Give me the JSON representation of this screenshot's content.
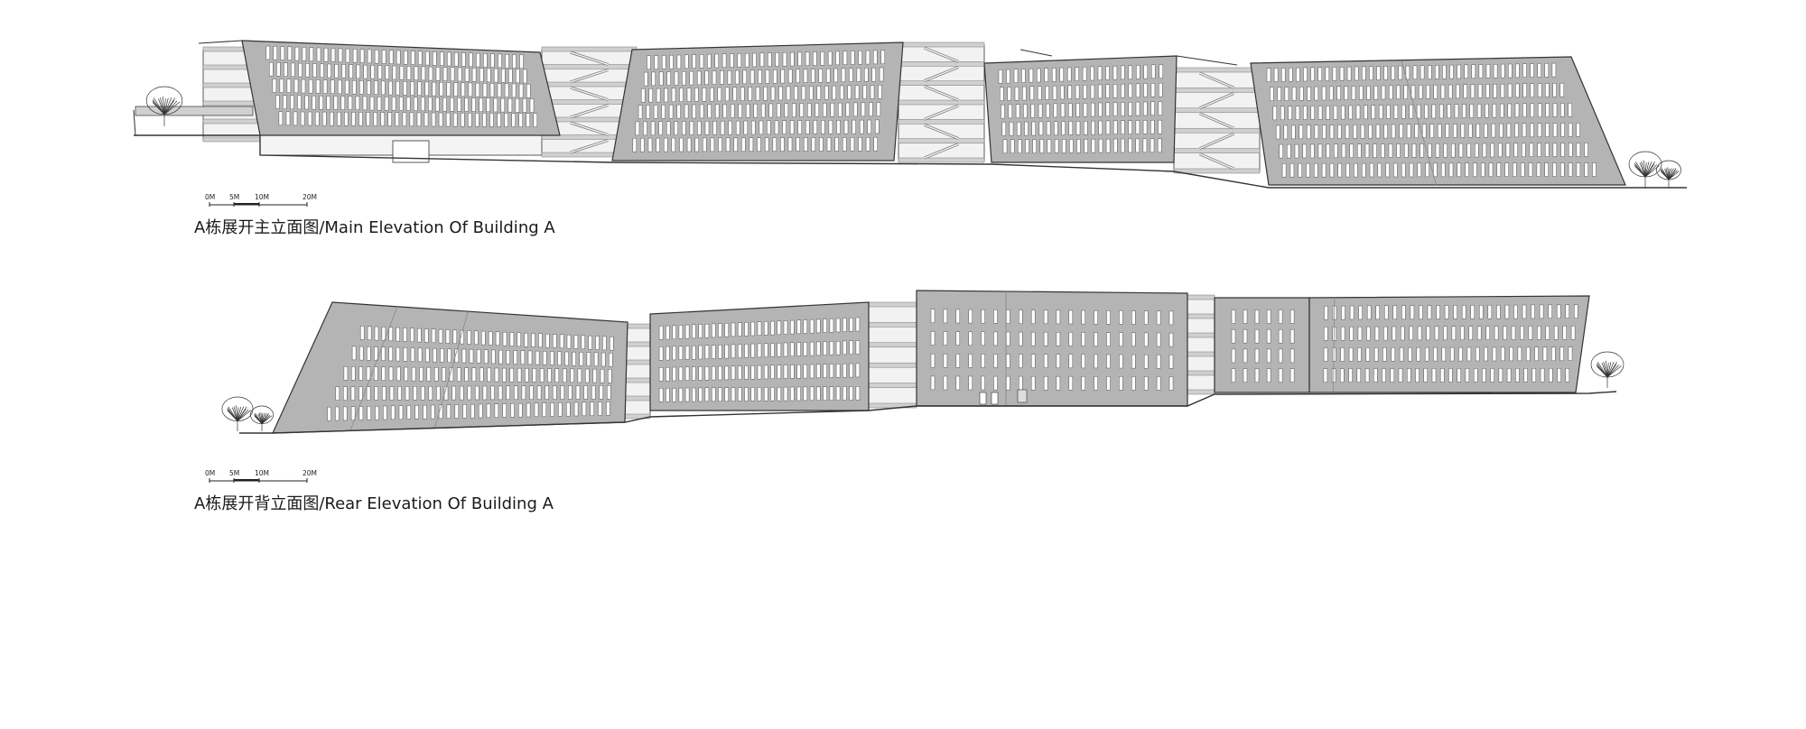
{
  "main_elevation": {
    "caption": "A栋展开主立面图/Main Elevation Of Building A",
    "scale_labels": [
      "0M",
      "5M",
      "10M",
      "20M"
    ]
  },
  "rear_elevation": {
    "caption": "A栋展开背立面图/Rear Elevation Of Building A",
    "scale_labels": [
      "0M",
      "5M",
      "10M",
      "20M"
    ]
  },
  "colors": {
    "facade": "#b4b4b4",
    "line": "#333333",
    "window": "#ffffff",
    "background": "#ffffff"
  }
}
